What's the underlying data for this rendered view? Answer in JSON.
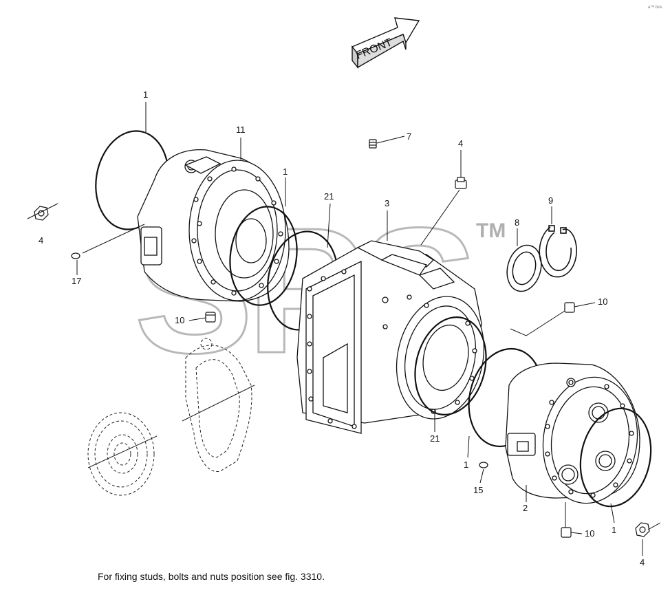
{
  "diagram": {
    "front_label": "FRONT",
    "watermark": "SPS",
    "trademark": "TM",
    "corner_mark": "a™ bus",
    "callouts": {
      "c1_top": "1",
      "c11": "11",
      "c1_mid": "1",
      "c21_top": "21",
      "c3": "3",
      "c7": "7",
      "c4_top": "4",
      "c8": "8",
      "c9": "9",
      "c4_left": "4",
      "c17": "17",
      "c10_left": "10",
      "c10_right": "10",
      "c21_bottom": "21",
      "c1_bottom_mid": "1",
      "c15": "15",
      "c2": "2",
      "c10_bottom": "10",
      "c1_bottom_right": "1",
      "c4_bottom": "4"
    },
    "footer_note": "For fixing studs, bolts and nuts position see fig. 3310."
  }
}
